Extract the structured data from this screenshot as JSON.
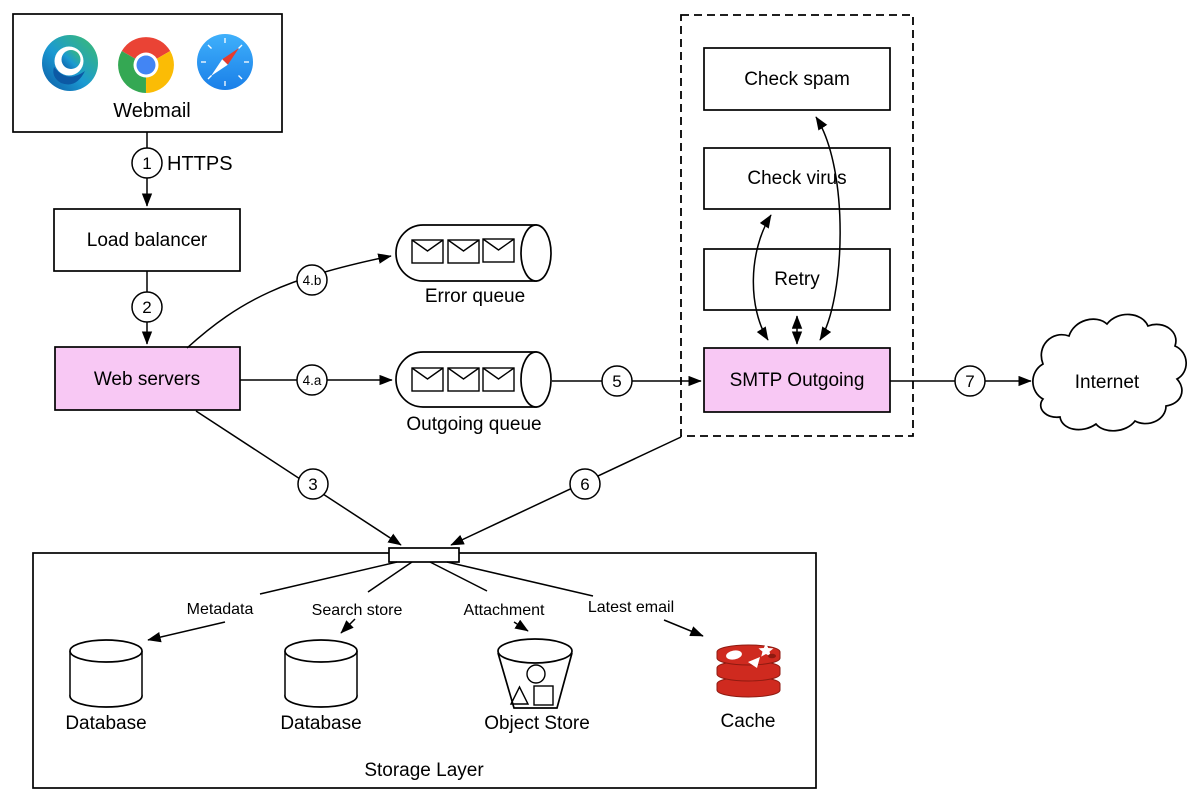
{
  "diagram": {
    "client_box": {
      "label": "Webmail",
      "browser_icons": [
        "edge-browser",
        "chrome-browser",
        "safari-browser"
      ]
    },
    "nodes": {
      "load_balancer": "Load balancer",
      "web_servers": "Web servers",
      "error_queue": "Error queue",
      "outgoing_queue": "Outgoing queue",
      "check_spam": "Check spam",
      "check_virus": "Check virus",
      "retry": "Retry",
      "smtp_outgoing": "SMTP Outgoing",
      "internet": "Internet",
      "storage_layer": "Storage Layer",
      "database_metadata": "Database",
      "database_search": "Database",
      "object_store": "Object Store",
      "cache": "Cache"
    },
    "steps": {
      "s1": "1",
      "s2": "2",
      "s3": "3",
      "s4a": "4.a",
      "s4b": "4.b",
      "s5": "5",
      "s6": "6",
      "s7": "7"
    },
    "protocol_label": "HTTPS",
    "storage_links": {
      "metadata": "Metadata",
      "search_store": "Search store",
      "attachment": "Attachment",
      "latest_email": "Latest email"
    },
    "icons": {
      "queue_item": "envelope-icon",
      "db": "database-cylinder-icon",
      "object_store": "bucket-icon",
      "cache": "redis-stack-icon",
      "internet": "cloud-shape"
    },
    "colors": {
      "node_highlight": "#f8c8f4",
      "line": "#000000",
      "redis_red": "#cf2a1f",
      "redis_dark": "#8e1a10",
      "chrome_red": "#ea4335",
      "chrome_yellow": "#fbbc05",
      "chrome_green": "#34a853",
      "chrome_blue": "#4285f4",
      "safari_blue": "#2c9ef4",
      "edge_blue": "#0c59a4",
      "edge_green": "#3dbd6c"
    }
  }
}
